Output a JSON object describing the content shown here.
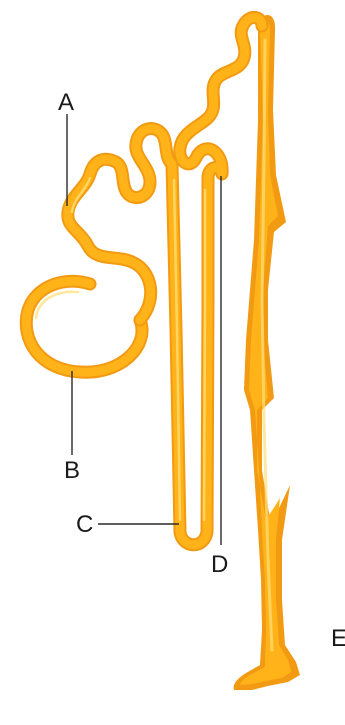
{
  "labels": {
    "a": "A",
    "b": "B",
    "c": "C",
    "d": "D",
    "e": "E"
  },
  "colors": {
    "tubule_fill": "#ffb319",
    "tubule_edge": "#f29a12",
    "tubule_highlight": "#ffe07a",
    "label_text": "#1a1a1a",
    "leader_line": "#2a2a2a"
  }
}
